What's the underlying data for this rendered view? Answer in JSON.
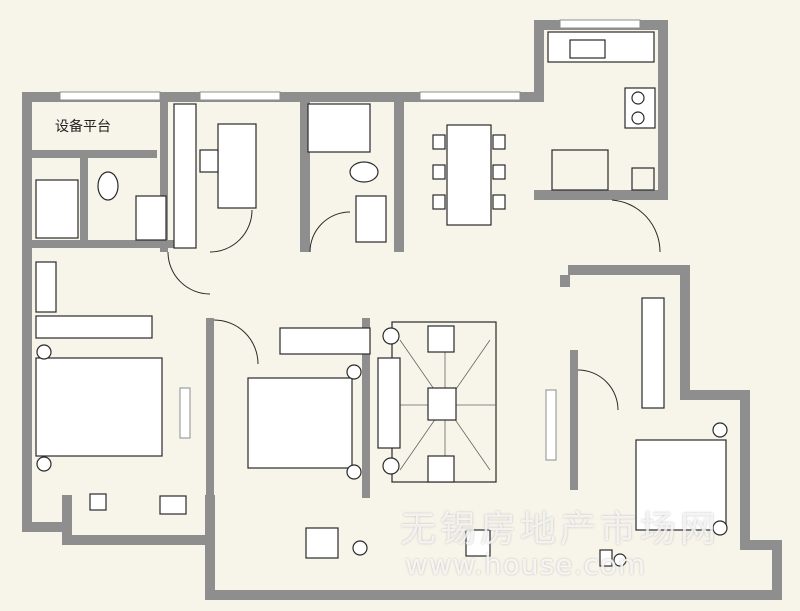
{
  "plan": {
    "room_labels": {
      "equipment_platform": "设备平台"
    },
    "watermark": {
      "line1": "无锡房地产市场网",
      "line2": "www.house.com"
    },
    "colors": {
      "wall": "#8e8e8e",
      "floor": "#f7f4e9",
      "furniture_stroke": "#2a2a2a"
    }
  }
}
